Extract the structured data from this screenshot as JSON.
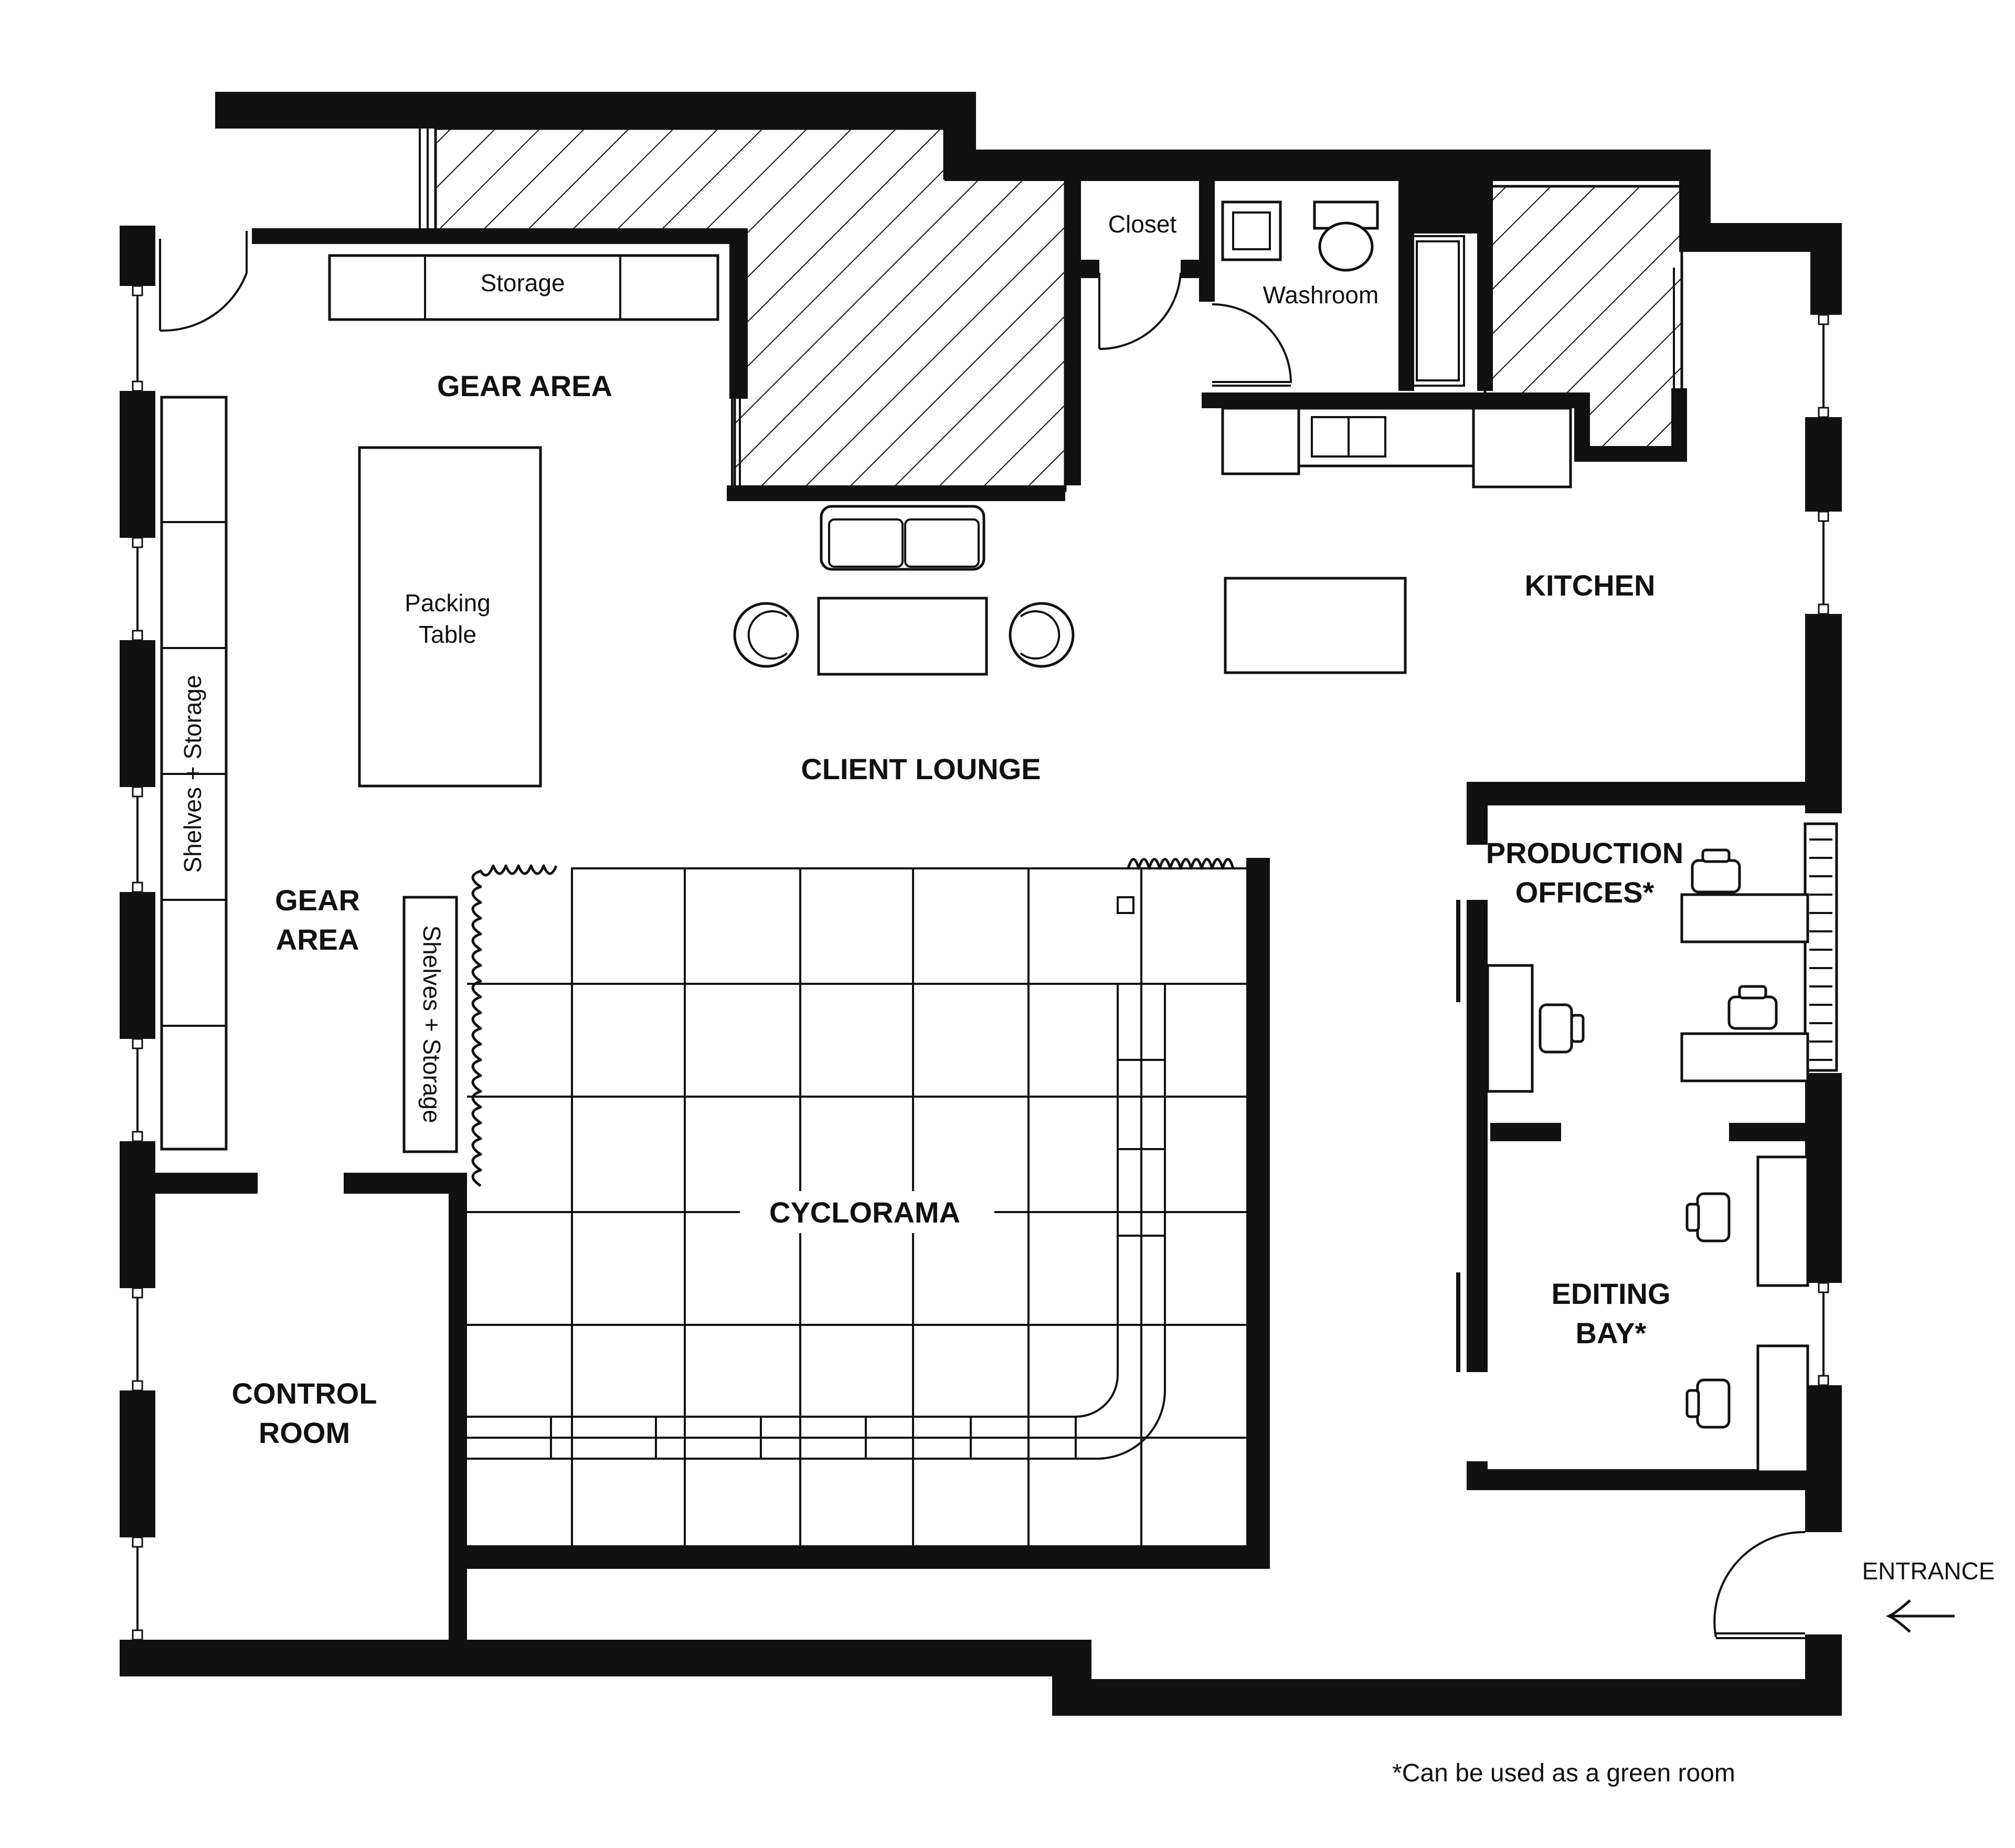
{
  "rooms": {
    "gear_area_top": "GEAR AREA",
    "gear_area_left_line1": "GEAR",
    "gear_area_left_line2": "AREA",
    "client_lounge": "CLIENT LOUNGE",
    "kitchen": "KITCHEN",
    "production_line1": "PRODUCTION",
    "production_line2": "OFFICES*",
    "editing_line1": "EDITING",
    "editing_line2": "BAY*",
    "control_line1": "CONTROL",
    "control_line2": "ROOM",
    "cyclorama": "CYCLORAMA",
    "closet": "Closet",
    "washroom": "Washroom"
  },
  "furniture": {
    "storage": "Storage",
    "packing_line1": "Packing",
    "packing_line2": "Table",
    "shelves_left": "Shelves + Storage",
    "shelves_center": "Shelves + Storage"
  },
  "entrance": {
    "label": "ENTRANCE",
    "arrow_icon": "left-arrow-icon"
  },
  "footnote": "*Can be used as a green room",
  "colors": {
    "wall": "#111111",
    "background": "#ffffff"
  }
}
